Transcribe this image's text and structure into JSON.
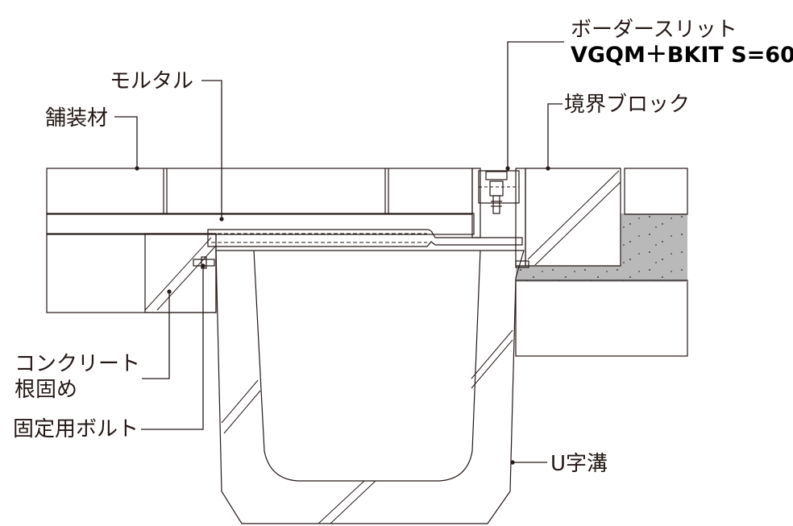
{
  "labels": {
    "border_slit_line1": "ボーダースリット",
    "border_slit_line2": "VGQM＋BKIT  S=60",
    "mortar": "モルタル",
    "paving": "舗装材",
    "boundary_block": "境界ブロック",
    "concrete_line1": "コンクリート",
    "concrete_line2": "根固め",
    "fixing_bolt": "固定用ボルト",
    "u_gutter": "U字溝"
  },
  "colors": {
    "line": "#231815",
    "paving_fill": "#ffffff",
    "mortar_fill": "#b9b9b9",
    "concrete_fill": "#c9c9c9",
    "gutter_fill": "#dcdcdc",
    "block_fill": "#ededed",
    "steel_fill": "#f4f4f4"
  }
}
